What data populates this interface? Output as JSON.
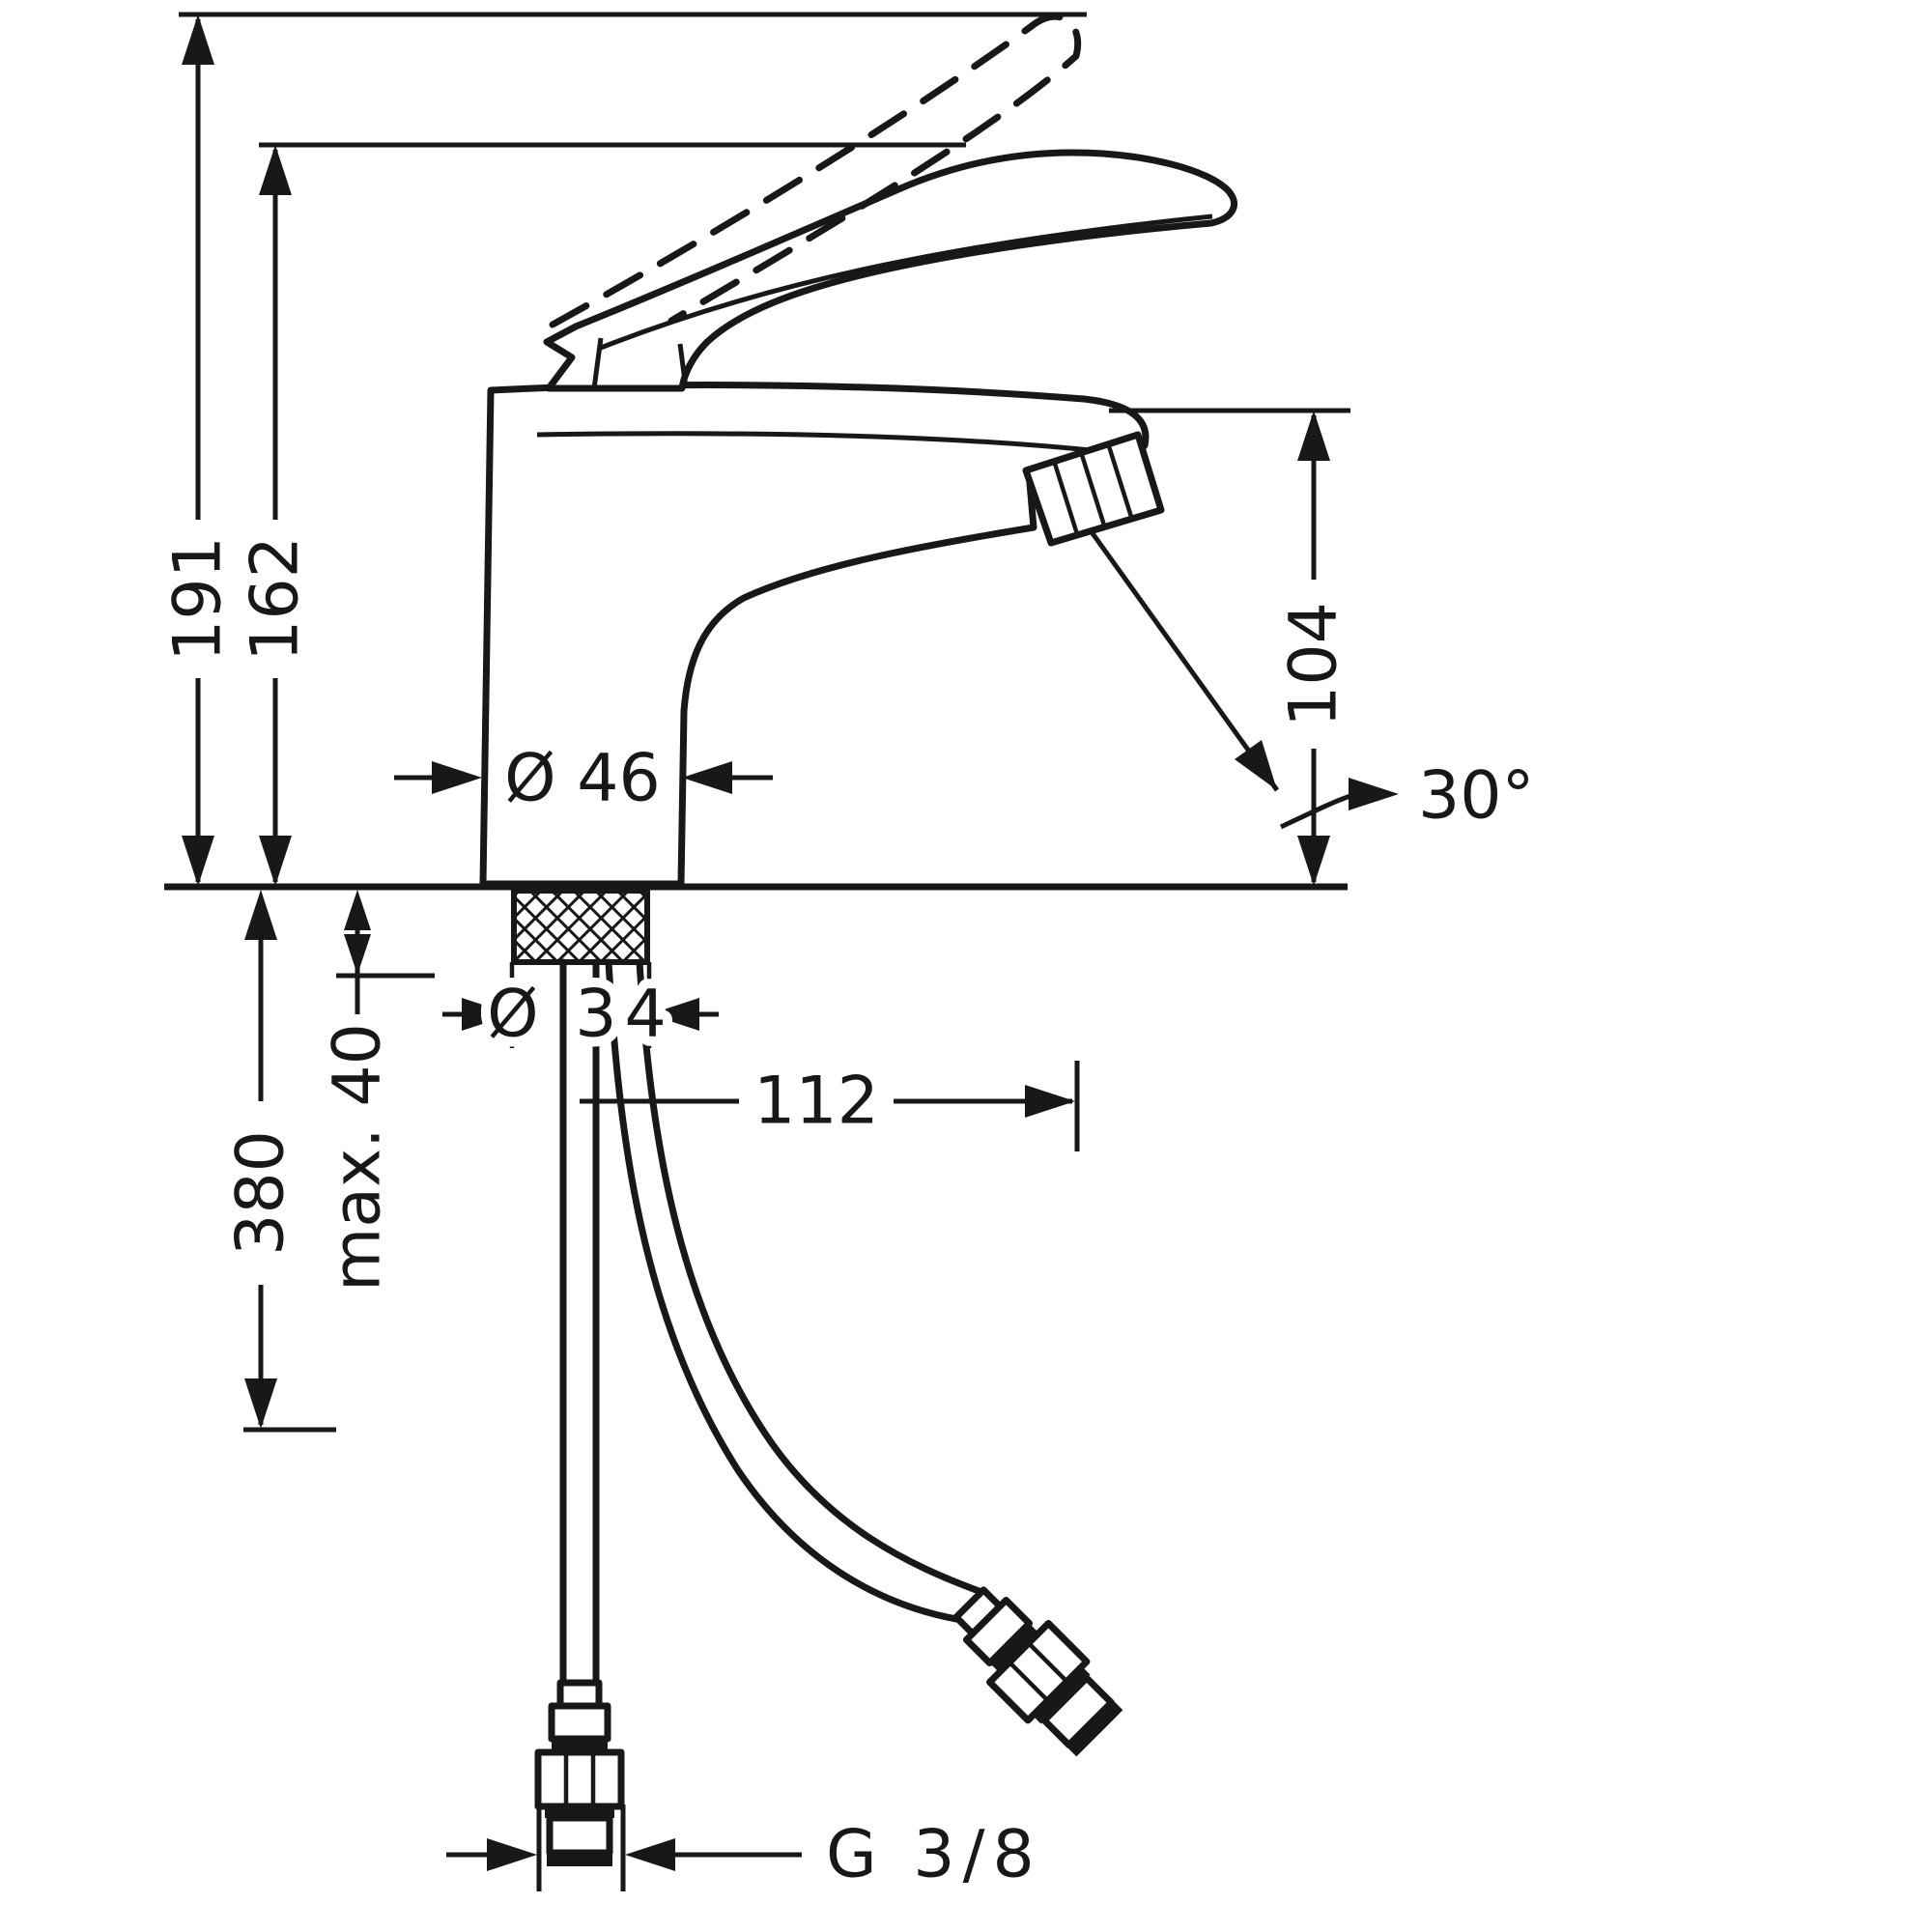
{
  "page": {
    "background": "#ffffff",
    "line_color": "#181818"
  },
  "dims": {
    "total_height": "191",
    "handle_height": "162",
    "outlet_height": "104",
    "outlet_angle": "30°",
    "body_diameter": "Ø 46",
    "shank_diameter": "Ø 34",
    "outlet_reach": "112",
    "hose_length": "380",
    "max_mounting_thickness": "max. 40",
    "connection_thread": "G 3/8"
  }
}
